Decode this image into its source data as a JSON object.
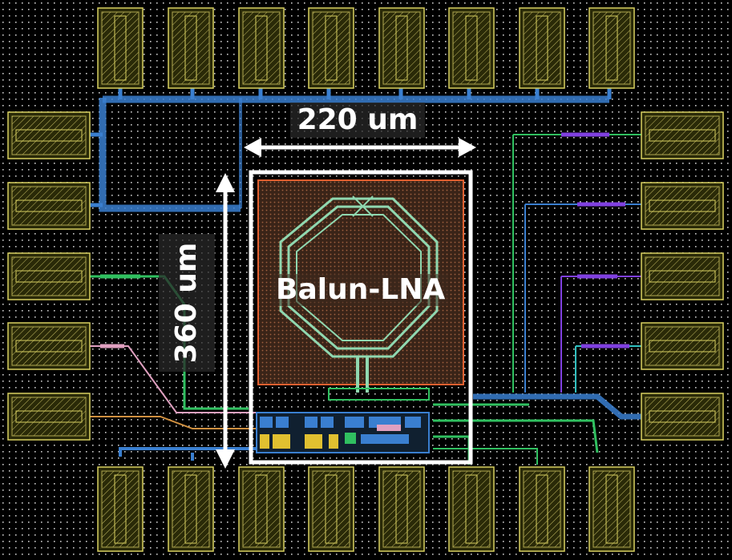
{
  "labels": {
    "width": "220 um",
    "height": "360 um",
    "block": "Balun-LNA"
  },
  "colors": {
    "background": "#000000",
    "dots": "#c8c8c8",
    "pad_fill": "#7a7a20",
    "pad_outline": "#d8d060",
    "metal_blue": "#3a7fd0",
    "metal_green": "#30c060",
    "metal_purple": "#8040e0",
    "metal_pink": "#e0a0c0",
    "inductor": "#90d8b0",
    "substrate": "#5a3a2a",
    "substrate_outline": "#e06030",
    "annotation": "#ffffff"
  },
  "pads": {
    "top_count": 8,
    "bottom_count": 8,
    "left_count": 5,
    "right_count": 5
  }
}
